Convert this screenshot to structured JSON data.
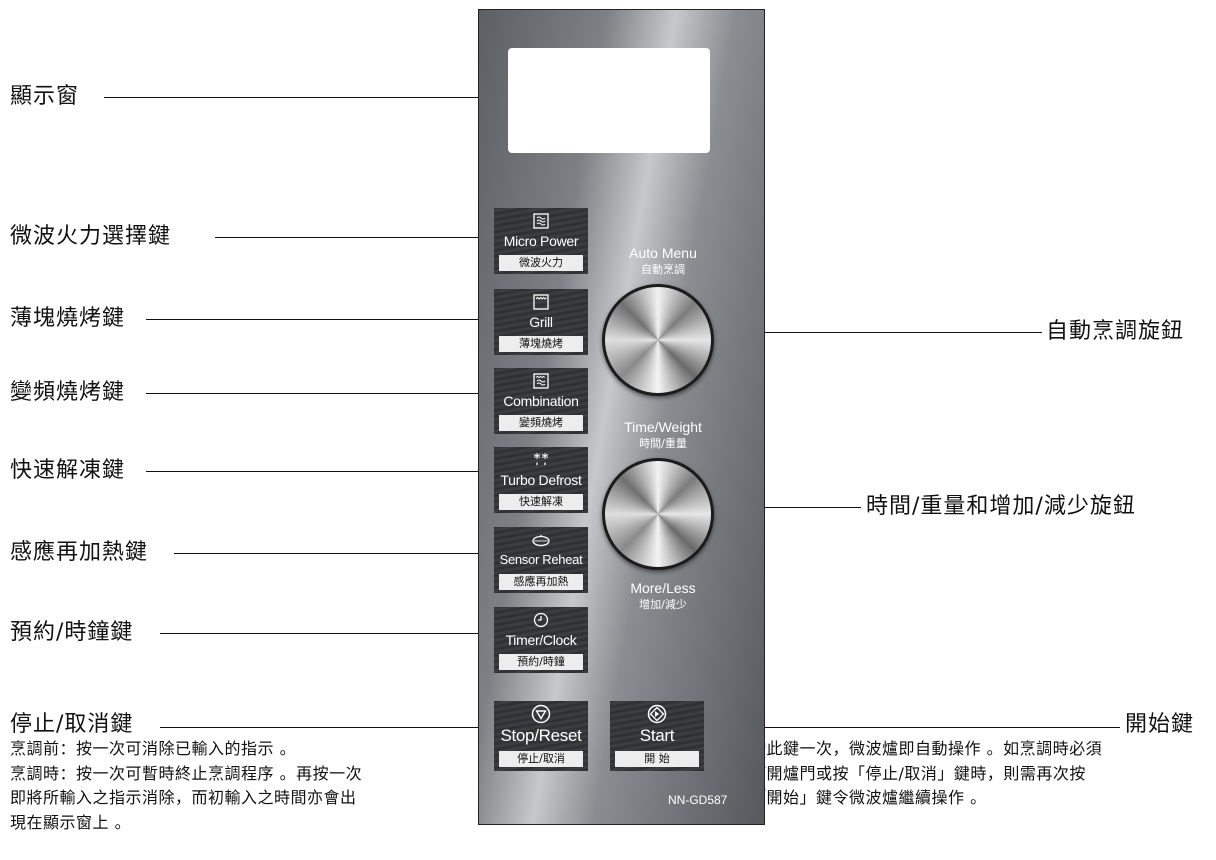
{
  "callouts": {
    "display_window": "顯示窗",
    "micro_power_key": "微波火力選擇鍵",
    "grill_key": "薄塊燒烤鍵",
    "combination_key": "變頻燒烤鍵",
    "turbo_defrost_key": "快速解凍鍵",
    "sensor_reheat_key": "感應再加熱鍵",
    "timer_clock_key": "預約/時鐘鍵",
    "stop_reset_key": "停止/取消鍵",
    "auto_menu_dial": "自動烹調旋鈕",
    "time_weight_dial": "時間/重量和增加/減少旋鈕",
    "start_key": "開始鍵"
  },
  "stop_description": [
    "烹調前：按一次可消除已輸入的指示 。",
    "烹調時：按一次可暫時終止烹調程序 。再按一次",
    "即將所輸入之指示消除，而初輸入之時間亦會出",
    "現在顯示窗上 。"
  ],
  "start_description": [
    "按此鍵一次，微波爐即自動操作 。如烹調時必須",
    "打開爐門或按「停止/取消」鍵時，則需再次按",
    "「開始」鍵令微波爐繼續操作 。"
  ],
  "panel": {
    "keys": [
      {
        "label": "Micro Power",
        "sub": "微波火力",
        "icon": "microwave-waves-icon"
      },
      {
        "label": "Grill",
        "sub": "薄塊燒烤",
        "icon": "grill-icon"
      },
      {
        "label": "Combination",
        "sub": "變頻燒烤",
        "icon": "combination-icon"
      },
      {
        "label": "Turbo Defrost",
        "sub": "快速解凍",
        "icon": "snowflake-drops-icon"
      },
      {
        "label": "Sensor Reheat",
        "sub": "感應再加熱",
        "icon": "bowl-icon"
      },
      {
        "label": "Timer/Clock",
        "sub": "預約/時鐘",
        "icon": "clock-icon"
      }
    ],
    "stop_key": {
      "label": "Stop/Reset",
      "sub": "停止/取消",
      "icon": "stop-icon"
    },
    "start_key": {
      "label": "Start",
      "sub": "開 始",
      "icon": "start-icon"
    },
    "auto_menu": {
      "en": "Auto Menu",
      "zh": "自動烹調"
    },
    "time_weight": {
      "en": "Time/Weight",
      "zh": "時間/重量"
    },
    "more_less": {
      "en": "More/Less",
      "zh": "增加/減少"
    },
    "model": "NN-GD587"
  },
  "colors": {
    "panel_dark": "#55585c",
    "panel_light": "#c6c8cb",
    "key_bg": "#2d2f31",
    "key_sub_bg": "#ededed"
  }
}
